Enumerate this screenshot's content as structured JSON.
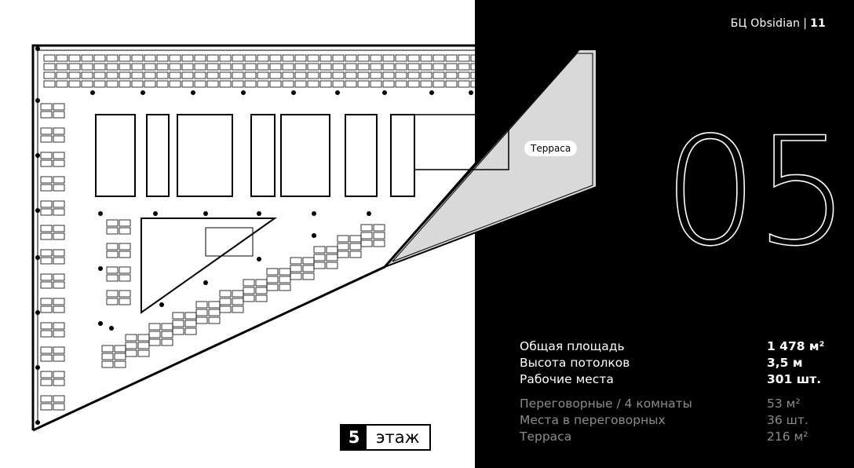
{
  "header": {
    "brand": "БЦ Obsidian",
    "separator": "|",
    "page_number": "11"
  },
  "floor": {
    "big_number": "05",
    "label_number": "5",
    "label_word": "этаж"
  },
  "plan": {
    "terrace_label": "Терраса"
  },
  "stats": {
    "primary": [
      {
        "label": "Общая площадь",
        "value": "1 478 м²"
      },
      {
        "label": "Высота потолков",
        "value": "3,5 м"
      },
      {
        "label": "Рабочие места",
        "value": "301 шт."
      }
    ],
    "secondary": [
      {
        "label": "Переговорные / 4 комнаты",
        "value": "53 м²"
      },
      {
        "label": "Места в переговорных",
        "value": "36 шт."
      },
      {
        "label": "Терраса",
        "value": "216 м²"
      }
    ]
  },
  "colors": {
    "panel": "#000000",
    "dim_text": "#8c8c8c",
    "terrace_fill": "#d9d9d9"
  }
}
